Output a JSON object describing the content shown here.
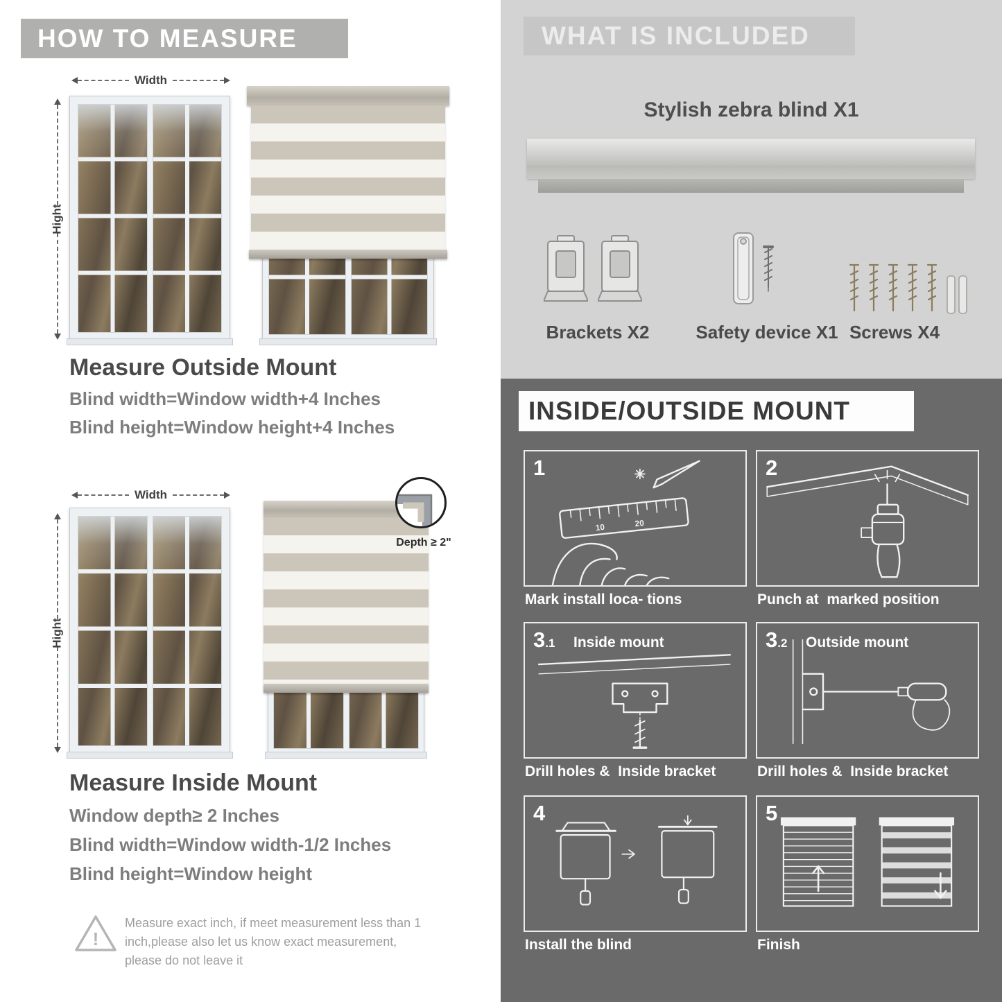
{
  "colors": {
    "left_banner_bg": "#b0b0af",
    "included_bg": "#d3d3d3",
    "included_banner_bg": "#c6c6c6",
    "mount_bg": "#6a6a6a",
    "blind_stripe": "#ccc5b9",
    "heading_text": "#4a4a4a",
    "body_text": "#7d7d7d"
  },
  "icons": {
    "warning": "outlined triangle with exclamation mark",
    "width_arrow": "double-headed dashed horizontal arrow",
    "height_arrow": "double-headed dashed vertical arrow",
    "depth_callout": "magnifier circle on window corner"
  },
  "left": {
    "header": "HOW TO MEASURE",
    "outside": {
      "width_label": "Width",
      "height_label": "Hight",
      "title": "Measure Outside Mount",
      "lines": [
        "Blind width=Window width+4 Inches",
        "Blind height=Window height+4 Inches"
      ]
    },
    "inside": {
      "width_label": "Width",
      "height_label": "Hight",
      "depth_label": "Depth ≥ 2\"",
      "title": "Measure Inside Mount",
      "lines": [
        "Window depth≥ 2 Inches",
        "Blind width=Window width-1/2 Inches",
        "Blind height=Window height"
      ]
    },
    "warning": "Measure exact inch, if meet measurement less than 1 inch,please also let us know exact measurement, please do not leave it"
  },
  "included": {
    "header": "WHAT IS INCLUDED",
    "blind_label": "Stylish zebra blind X1",
    "items": [
      {
        "label": "Brackets X2"
      },
      {
        "label": "Safety device X1"
      },
      {
        "label": "Screws X4"
      }
    ]
  },
  "mount": {
    "header": "INSIDE/OUTSIDE MOUNT",
    "steps": [
      {
        "num": "1",
        "caption": "Mark install loca- tions"
      },
      {
        "num": "2",
        "caption": "Punch at  marked position"
      },
      {
        "num": "3",
        "sub": ".1",
        "inner_label": "Inside mount",
        "caption": "Drill holes &  Inside bracket"
      },
      {
        "num": "3",
        "sub": ".2",
        "inner_label": "Outside mount",
        "caption": "Drill holes &  Inside bracket"
      },
      {
        "num": "4",
        "caption": "Install the blind"
      },
      {
        "num": "5",
        "caption": "Finish"
      }
    ]
  }
}
